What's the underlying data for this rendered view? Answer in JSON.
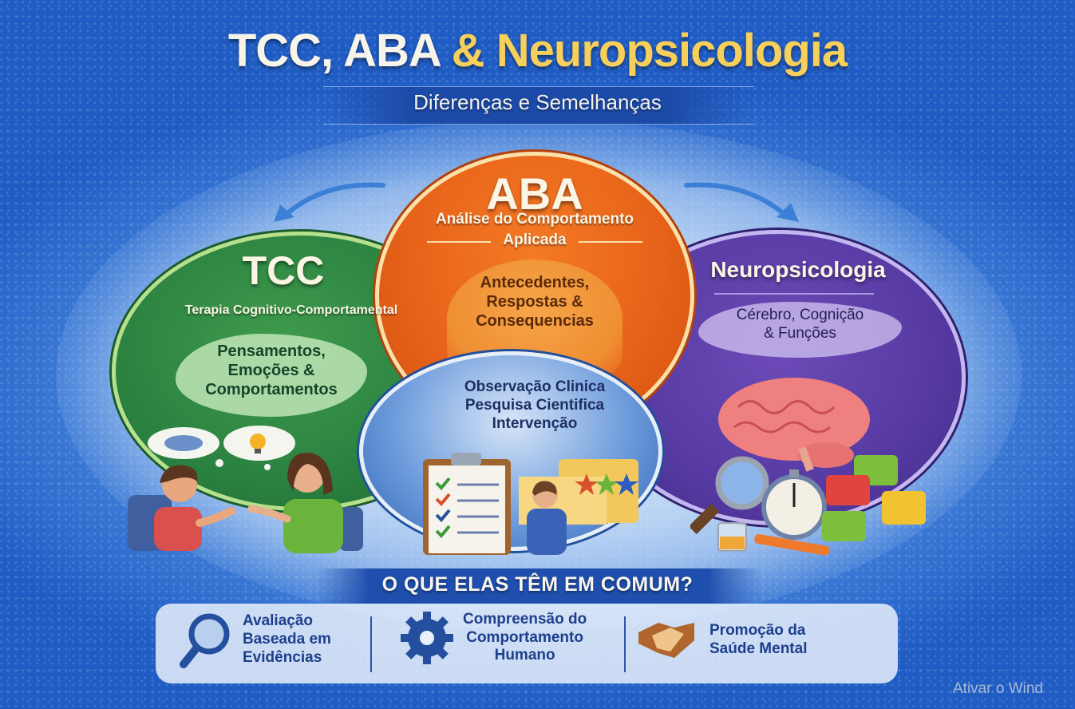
{
  "header": {
    "title_part1": "TCC, ABA",
    "title_part2": "& Neuropsicologia",
    "subtitle": "Diferenças e Semelhanças"
  },
  "circles": {
    "aba": {
      "title": "ABA",
      "subtitle_line1": "Análise do Comportamento",
      "subtitle_line2": "Aplicada",
      "focus_line1": "Antecedentes,",
      "focus_line2": "Respostas &",
      "focus_line3": "Consequencias",
      "color": "#e8631a"
    },
    "tcc": {
      "title": "TCC",
      "subtitle": "Terapia Cognitivo-Comportamental",
      "focus_line1": "Pensamentos,",
      "focus_line2": "Emoções &",
      "focus_line3": "Comportamentos",
      "color": "#2a8140"
    },
    "neuro": {
      "title": "Neuropsicologia",
      "focus_line1": "Cérebro, Cognição",
      "focus_line2": "& Funções",
      "color": "#563aa2"
    },
    "center": {
      "line1": "Observação Clinica",
      "line2": "Pesquisa Cientifica",
      "line3": "Intervenção",
      "color": "#2f62b8"
    }
  },
  "common": {
    "title": "O QUE ELAS TÊM EM COMUM?",
    "items": [
      {
        "icon": "magnifier-icon",
        "line1": "Avaliação",
        "line2": "Baseada em",
        "line3": "Evidências"
      },
      {
        "icon": "gear-icon",
        "line1": "Compreensão do",
        "line2": "Comportamento",
        "line3": "Humano"
      },
      {
        "icon": "handshake-icon",
        "line1": "Promoção da",
        "line2": "Saúde Mental"
      }
    ]
  },
  "watermark": "Ativar o Wind",
  "colors": {
    "background": "#1f5cc4",
    "title_highlight": "#f7cf5b",
    "common_text": "#1d3f8c"
  }
}
